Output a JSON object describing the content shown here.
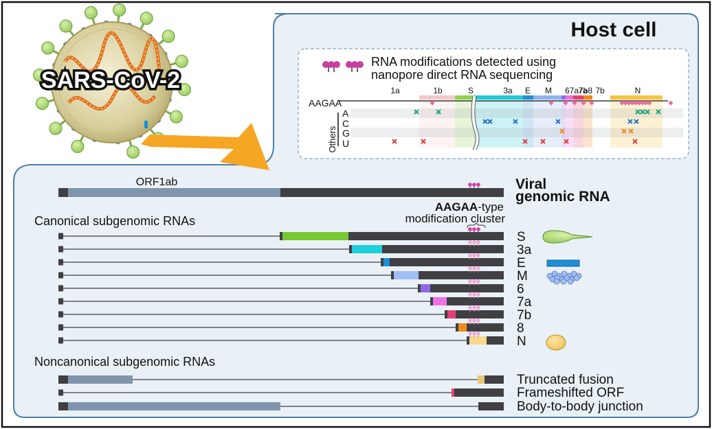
{
  "virus": {
    "label": "SARS-CoV-2"
  },
  "host_cell": {
    "title": "Host cell"
  },
  "inset": {
    "title_line1": "RNA modifications detected using",
    "title_line2": "nanopore direct RNA sequencing",
    "genes": [
      {
        "label": "1a",
        "color": "#ffffff"
      },
      {
        "label": "1b",
        "color": "#f4c9c9"
      },
      {
        "label": "S",
        "color": "#8fd14f"
      },
      {
        "label": "3a",
        "color": "#22c9d6"
      },
      {
        "label": "E",
        "color": "#1f8fd6"
      },
      {
        "label": "M",
        "color": "#8fb3ef"
      },
      {
        "label": "6",
        "color": "#8d6de0"
      },
      {
        "label": "7a",
        "color": "#ee6fe0"
      },
      {
        "label": "7b",
        "color": "#e0446d"
      },
      {
        "label": "8",
        "color": "#f28a1e"
      },
      {
        "label": "N",
        "color": "#f5c542"
      }
    ],
    "row_labels": {
      "aagaa": "AAGAA",
      "others": "Others",
      "a": "A",
      "c": "C",
      "g": "G",
      "u": "U"
    },
    "colors": {
      "aagaa": "#e86a9e",
      "a": "#1aa37a",
      "c": "#2a6fc9",
      "g": "#ef8a22",
      "u": "#e23b3b"
    }
  },
  "genomic": {
    "orf_label": "ORF1ab",
    "title_line1": "Viral",
    "title_line2": "genomic RNA"
  },
  "cluster_label": {
    "bold": "AAGAA",
    "rest": "-type",
    "line2": "modification cluster"
  },
  "canonical": {
    "heading": "Canonical subgenomic RNAs",
    "rows": [
      {
        "label": "S",
        "color": "#78c832"
      },
      {
        "label": "3a",
        "color": "#1ecfdc"
      },
      {
        "label": "E",
        "color": "#1c8fd9"
      },
      {
        "label": "M",
        "color": "#9fbef5"
      },
      {
        "label": "6",
        "color": "#8e6be3"
      },
      {
        "label": "7a",
        "color": "#ee72e6"
      },
      {
        "label": "7b",
        "color": "#e3407a"
      },
      {
        "label": "8",
        "color": "#f08a1a"
      },
      {
        "label": "N",
        "color": "#f7d98c"
      }
    ]
  },
  "noncanonical": {
    "heading": "Noncanonical subgenomic RNAs",
    "rows": [
      {
        "label": "Truncated fusion"
      },
      {
        "label": "Frameshifted ORF"
      },
      {
        "label": "Body-to-body junction"
      }
    ]
  },
  "palette": {
    "cell_fill": "#e9f0f6",
    "cell_stroke": "#4a7fa8",
    "rna_dark": "#3f3f44",
    "orf_blue": "#7f95ad",
    "arrow": "#f5a623"
  }
}
